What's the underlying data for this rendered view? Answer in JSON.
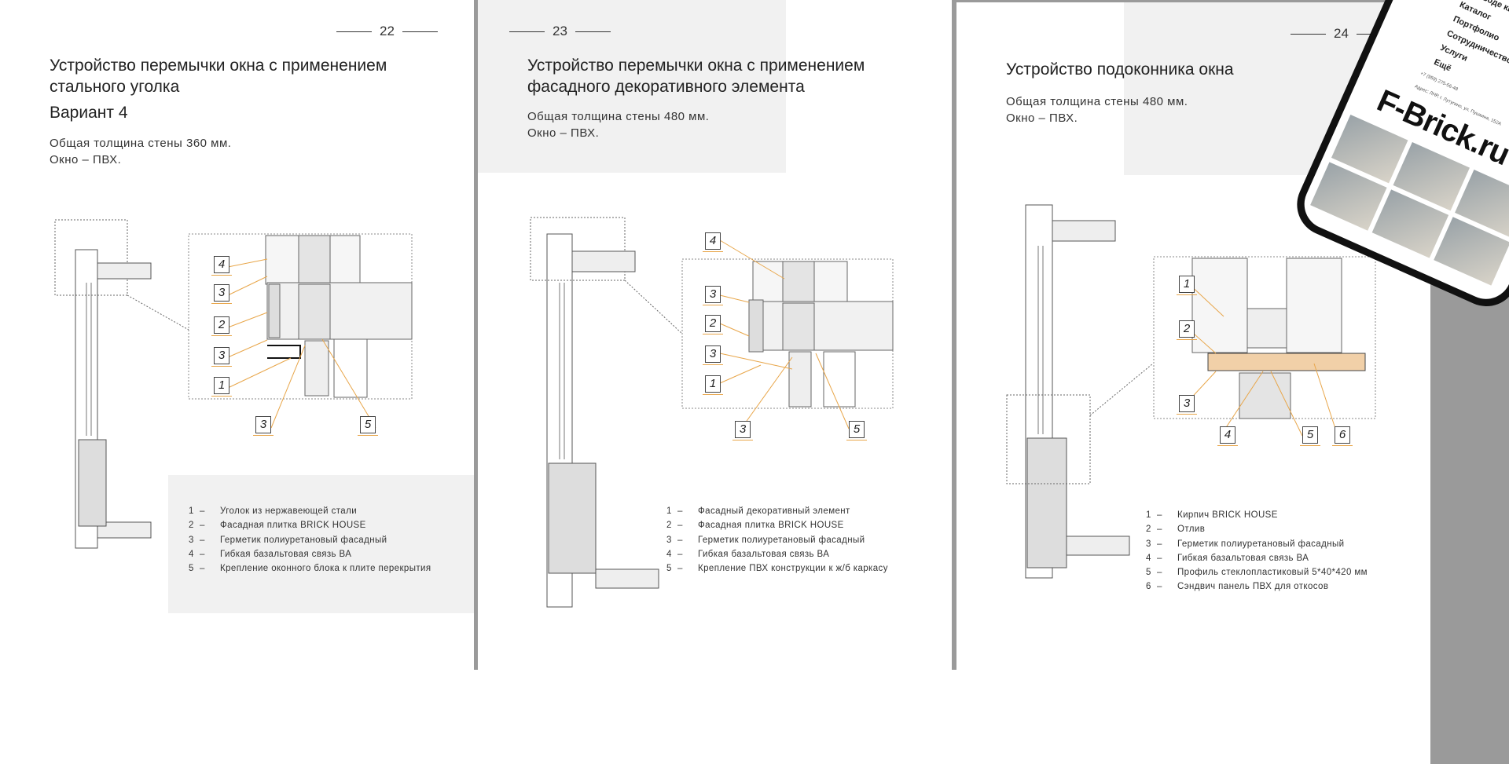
{
  "pages": [
    {
      "number": "22",
      "title_line1": "Устройство перемычки окна с применением",
      "title_line2": "стального уголка",
      "variant": "Вариант 4",
      "desc_line1": "Общая толщина стены 360 мм.",
      "desc_line2": "Окно – ПВХ.",
      "callouts": [
        "4",
        "3",
        "2",
        "3",
        "1",
        "3",
        "5"
      ],
      "legend": [
        {
          "n": "1  –",
          "t": "Уголок из нержавеющей стали"
        },
        {
          "n": "2  –",
          "t": "Фасадная плитка BRICK HOUSE"
        },
        {
          "n": "3  –",
          "t": "Герметик полиуретановый фасадный"
        },
        {
          "n": "4  –",
          "t": "Гибкая базальтовая связь ВА"
        },
        {
          "n": "5  –",
          "t": "Крепление оконного блока к плите перекрытия"
        }
      ]
    },
    {
      "number": "23",
      "title_line1": "Устройство перемычки окна с применением",
      "title_line2": "фасадного декоративного элемента",
      "desc_line1": "Общая толщина стены 480 мм.",
      "desc_line2": "Окно – ПВХ.",
      "callouts": [
        "4",
        "3",
        "2",
        "3",
        "1",
        "3",
        "5"
      ],
      "legend": [
        {
          "n": "1  –",
          "t": "Фасадный декоративный элемент"
        },
        {
          "n": "2  –",
          "t": "Фасадная плитка BRICK HOUSE"
        },
        {
          "n": "3  –",
          "t": "Герметик полиуретановый фасадный"
        },
        {
          "n": "4  –",
          "t": "Гибкая базальтовая связь ВА"
        },
        {
          "n": "5  –",
          "t": "Крепление ПВХ конструкции к ж/б каркасу"
        }
      ]
    },
    {
      "number": "24",
      "title_line1": "Устройство подоконника окна",
      "desc_line1": "Общая толщина стены 480 мм.",
      "desc_line2": "Окно – ПВХ.",
      "callouts": [
        "1",
        "2",
        "3",
        "4",
        "5",
        "6"
      ],
      "legend": [
        {
          "n": "1  –",
          "t": "Кирпич BRICK HOUSE"
        },
        {
          "n": "2  –",
          "t": "Отлив"
        },
        {
          "n": "3  –",
          "t": "Герметик полиуретановый фасадный"
        },
        {
          "n": "4  –",
          "t": "Гибкая базальтовая связь ВА"
        },
        {
          "n": "5  –",
          "t": "Профиль стеклопластиковый 5*40*420 мм"
        },
        {
          "n": "6  –",
          "t": "Сэндвич панель ПВХ для откосов"
        }
      ]
    }
  ],
  "phone": {
    "menu": [
      "О заводе кирпича",
      "Каталог",
      "Портфолио",
      "Сотрудничество",
      "Услуги",
      "Ещё"
    ],
    "phone_number": "+7 (959) 275-56-48",
    "address": "Адрес: ЛНР, г. Лутугино, ул. Пушкина, 152А",
    "brand": "F-Brick.ru"
  }
}
